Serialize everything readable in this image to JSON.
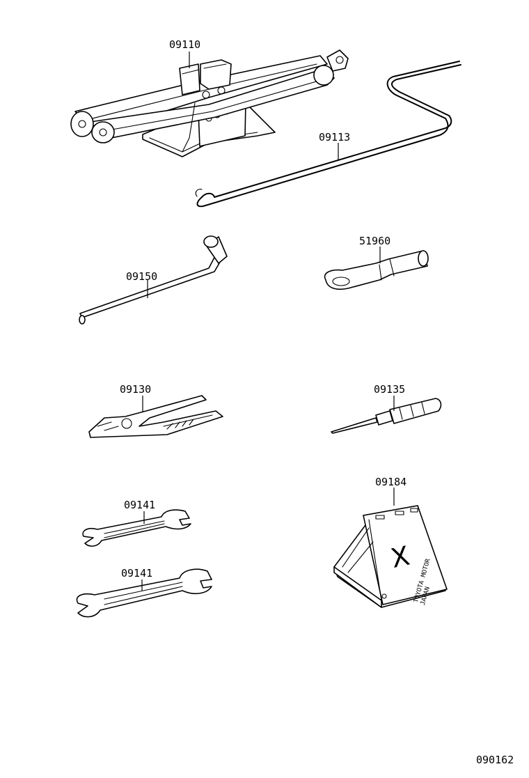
{
  "diagram": {
    "parts": [
      {
        "id": "jack",
        "label": "09110"
      },
      {
        "id": "jack-handle",
        "label": "09113"
      },
      {
        "id": "wheel-nut-wrench",
        "label": "09150"
      },
      {
        "id": "towing-eye",
        "label": "51960"
      },
      {
        "id": "pliers",
        "label": "09130"
      },
      {
        "id": "screwdriver",
        "label": "09135"
      },
      {
        "id": "wrench-small",
        "label": "09141"
      },
      {
        "id": "wrench-large",
        "label": "09141"
      },
      {
        "id": "wheel-chock",
        "label": "09184"
      }
    ],
    "chock_marking": {
      "line1": "TOYOTA MOTOR",
      "line2": "JAPAN",
      "letter": "X"
    },
    "figure_number": "090162"
  }
}
